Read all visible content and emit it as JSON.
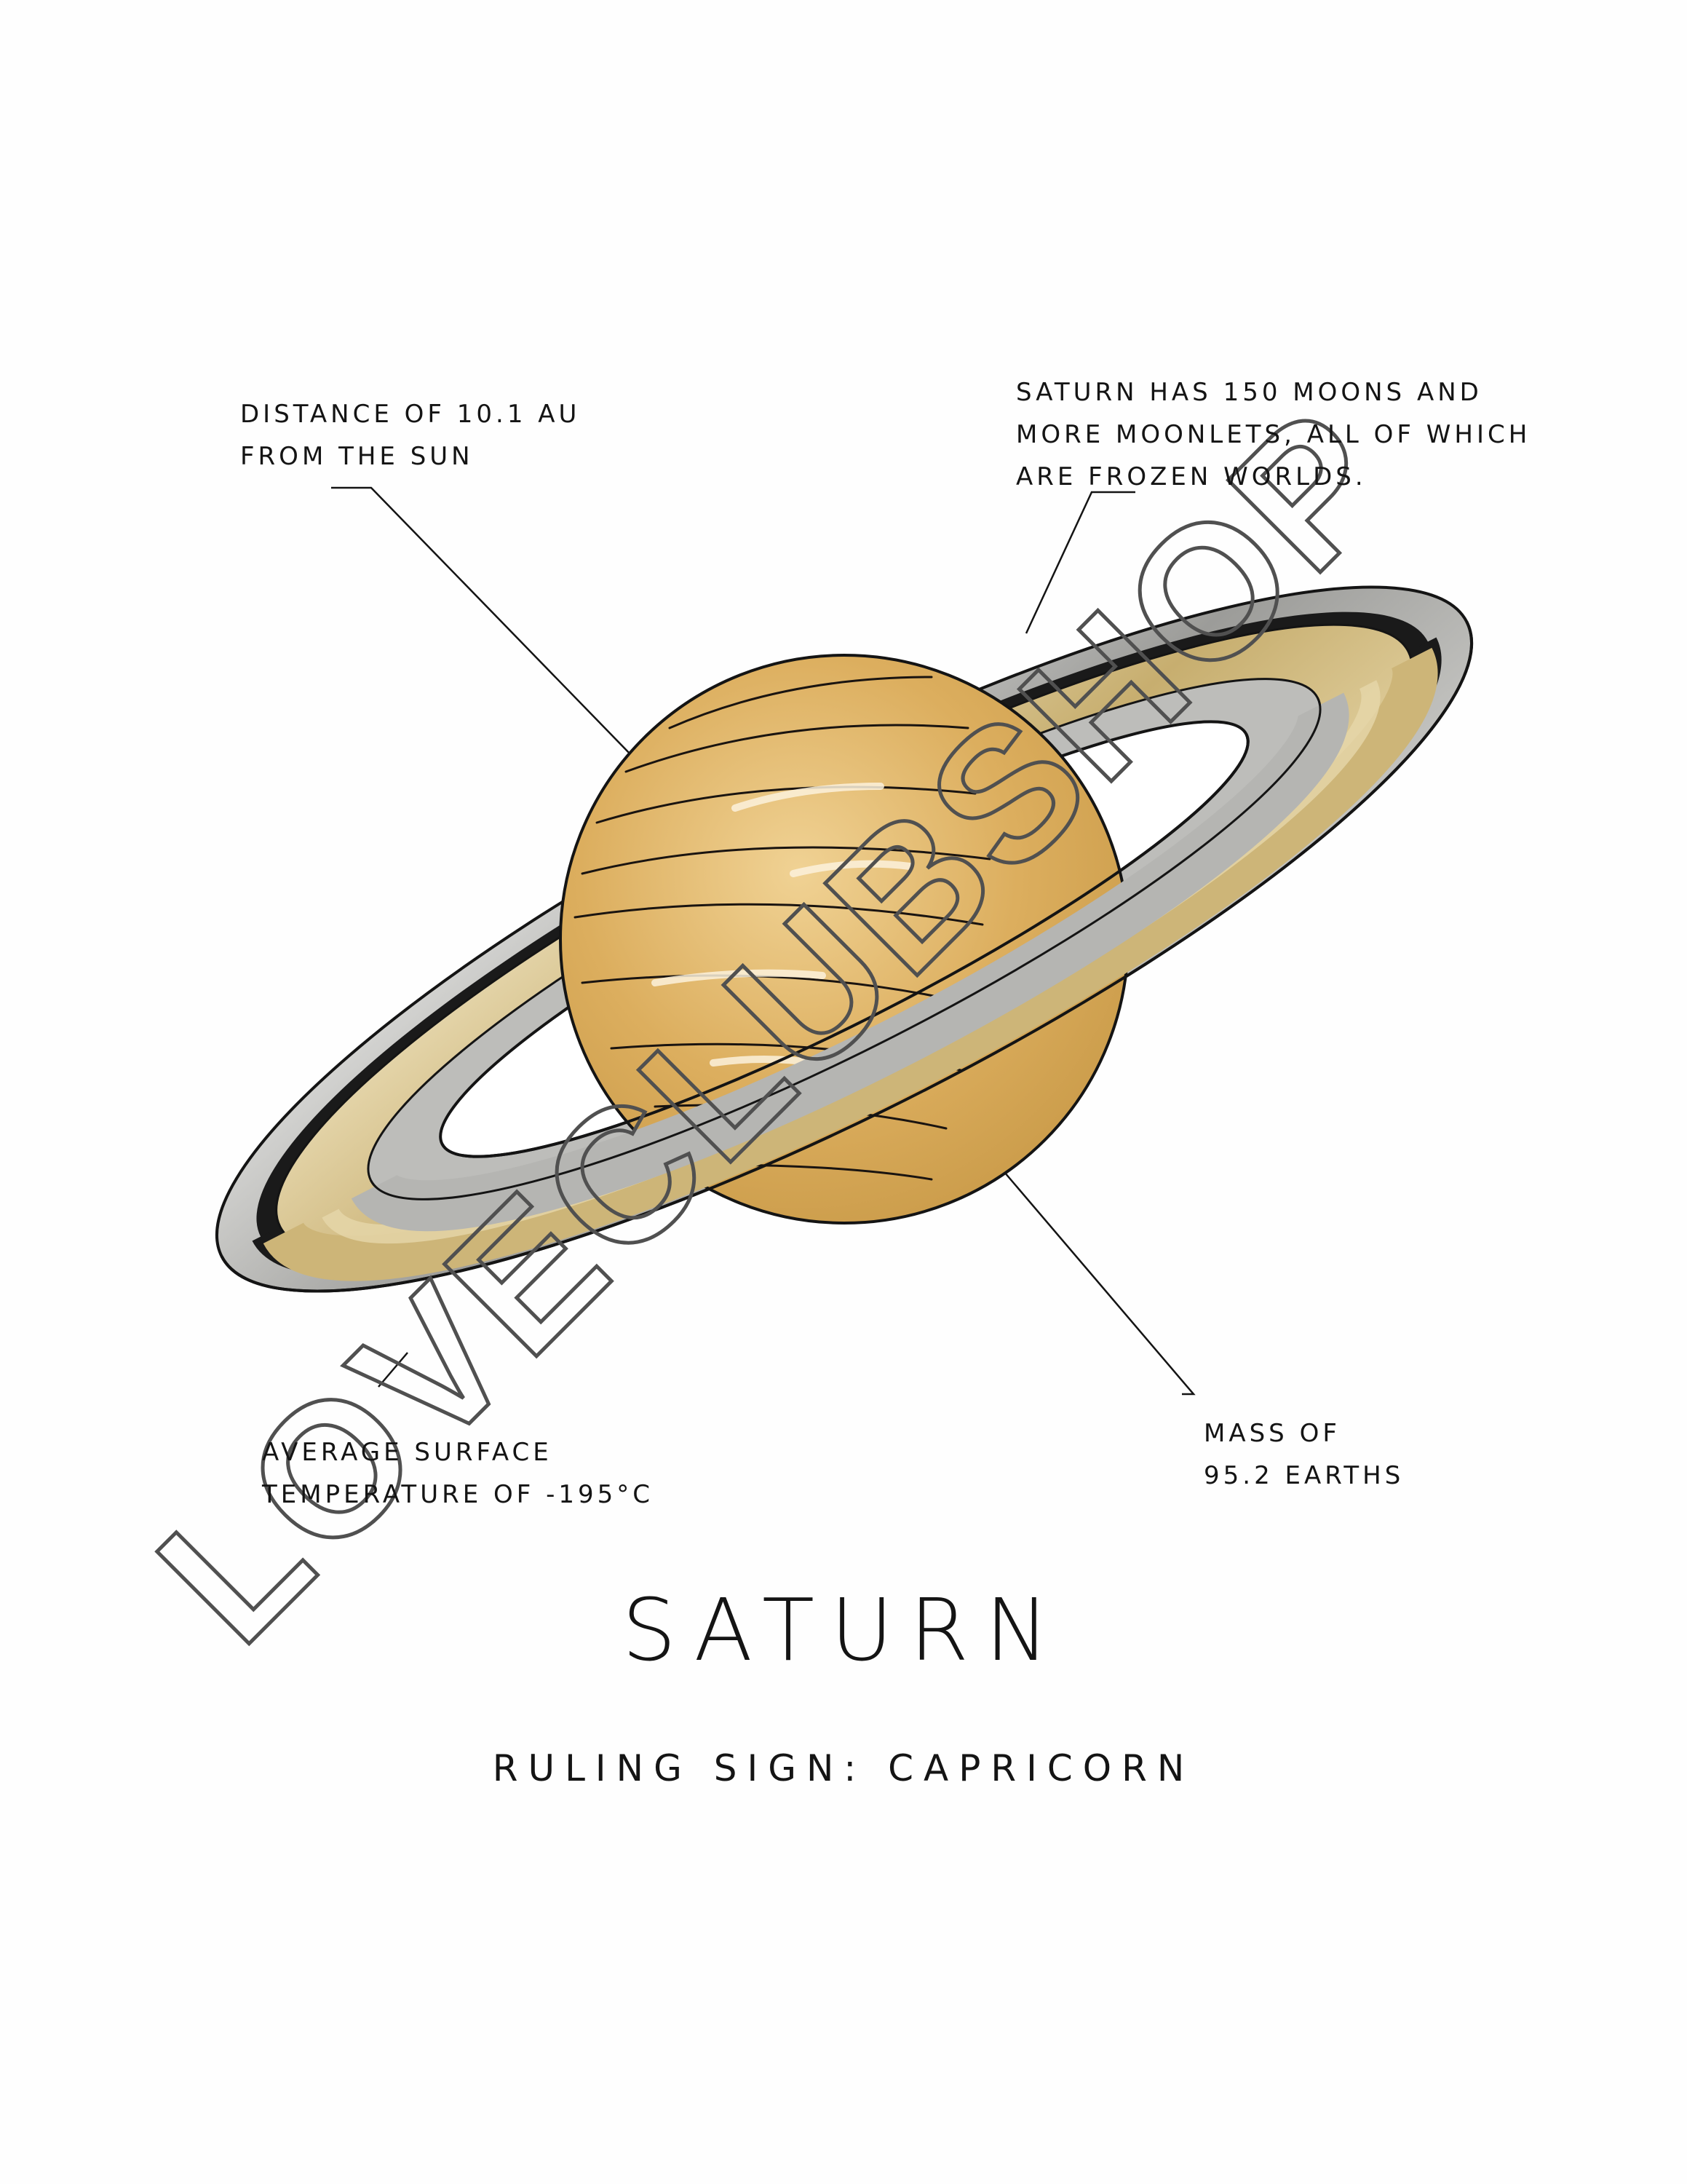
{
  "annotations": {
    "distance": [
      "DISTANCE OF 10.1 AU",
      "FROM THE SUN"
    ],
    "moons": [
      "SATURN HAS 150 MOONS AND",
      "MORE MOONLETS, ALL OF WHICH",
      "ARE FROZEN WORLDS."
    ],
    "temperature": [
      "AVERAGE SURFACE",
      "TEMPERATURE OF -195°C"
    ],
    "mass": [
      "MASS OF",
      "95.2 EARTHS"
    ]
  },
  "title": "SATURN",
  "subtitle": "RULING SIGN: CAPRICORN",
  "watermark": "LOVECLUBSHOP",
  "colors": {
    "planet": "#d9ac5c",
    "planet_light": "#eccb88",
    "ring_gray": "#a8a8a6",
    "ring_tan": "#c9b177",
    "ink": "#141414"
  }
}
